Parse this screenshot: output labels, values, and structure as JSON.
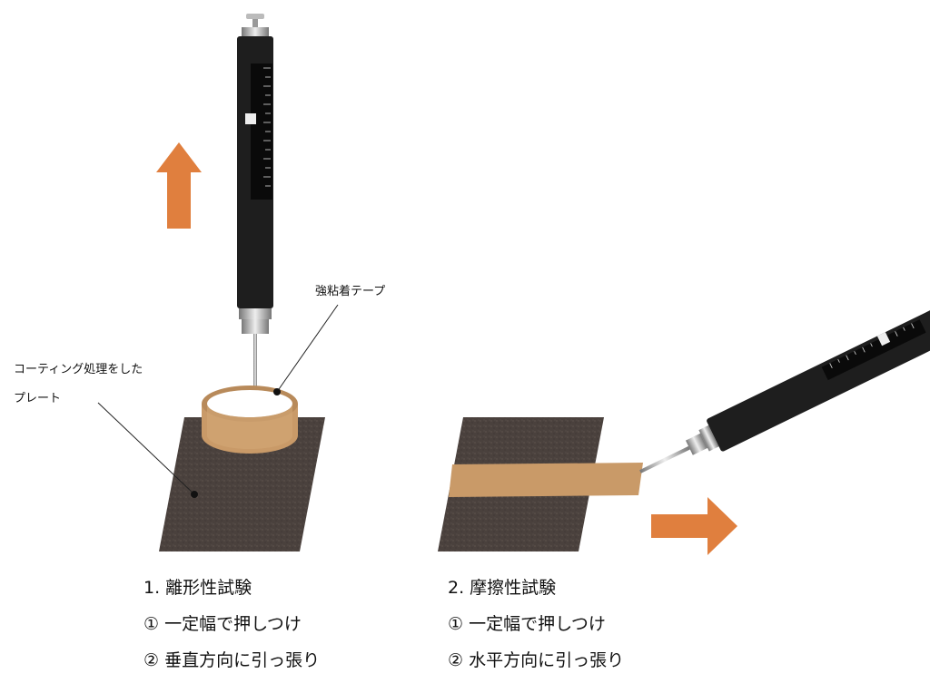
{
  "labels": {
    "tape": "強粘着テープ",
    "plate_line1": "コーティング処理をした",
    "plate_line2": "プレート"
  },
  "tests": [
    {
      "title": "1. 離形性試験",
      "step1": "① 一定幅で押しつけ",
      "step2": "② 垂直方向に引っ張り"
    },
    {
      "title": "2. 摩擦性試験",
      "step1": "① 一定幅で押しつけ",
      "step2": "② 水平方向に引っ張り"
    }
  ],
  "colors": {
    "arrow": "#e07f3e",
    "tape": "#c99a68",
    "plate": "#4a413d",
    "gauge": "#1e1e1e"
  }
}
